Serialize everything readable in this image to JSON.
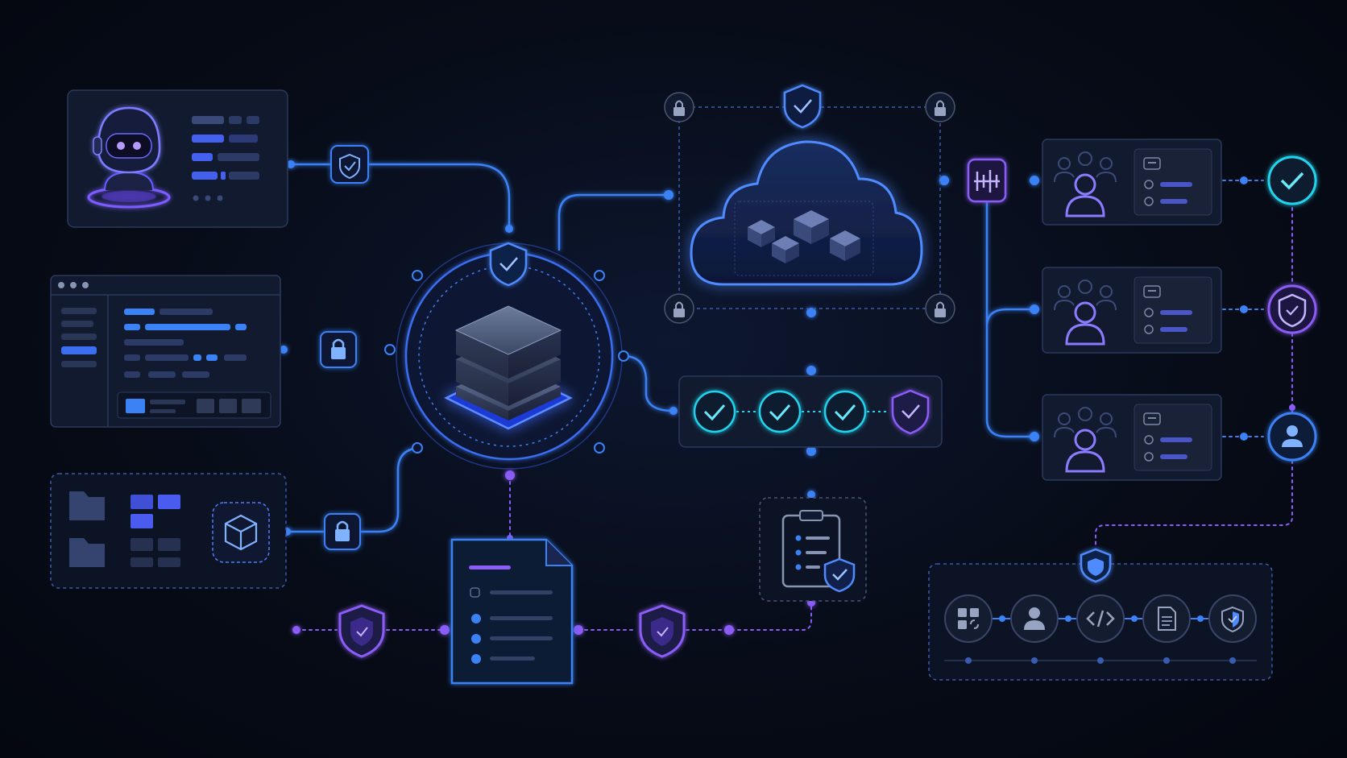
{
  "theme": {
    "background": "#070c18",
    "panel": "#111a2e",
    "panel_border": "#2a3a5c",
    "blue": "#3b82f6",
    "cyan": "#38bdf8",
    "purple": "#8b5cf6",
    "glow_blue": "#4f7dff",
    "check_cyan": "#22d3ee"
  },
  "diagram": {
    "nodes": [
      {
        "id": "ai-agent-card",
        "icon": "robot-head-icon"
      },
      {
        "id": "app-window-card",
        "icon": "window-icon"
      },
      {
        "id": "file-storage-group",
        "icon": "folder-icon"
      },
      {
        "id": "central-database-hub",
        "icon": "database-stack-icon"
      },
      {
        "id": "cloud-infrastructure",
        "icon": "cloud-icon"
      },
      {
        "id": "verification-pipeline",
        "icon": "checkmark-icon"
      },
      {
        "id": "audit-checklist",
        "icon": "clipboard-check-icon"
      },
      {
        "id": "policy-document",
        "icon": "document-icon"
      },
      {
        "id": "router-hub",
        "icon": "router-icon"
      },
      {
        "id": "user-group-cards",
        "icon": "users-icon"
      },
      {
        "id": "workflow-strip",
        "icon": "workflow-icon"
      }
    ],
    "workflow_steps": [
      "apps-icon",
      "user-icon",
      "code-icon",
      "document-icon",
      "shield-icon"
    ],
    "user_statuses": [
      "check-circle-icon",
      "shield-check-icon",
      "user-circle-icon"
    ]
  }
}
